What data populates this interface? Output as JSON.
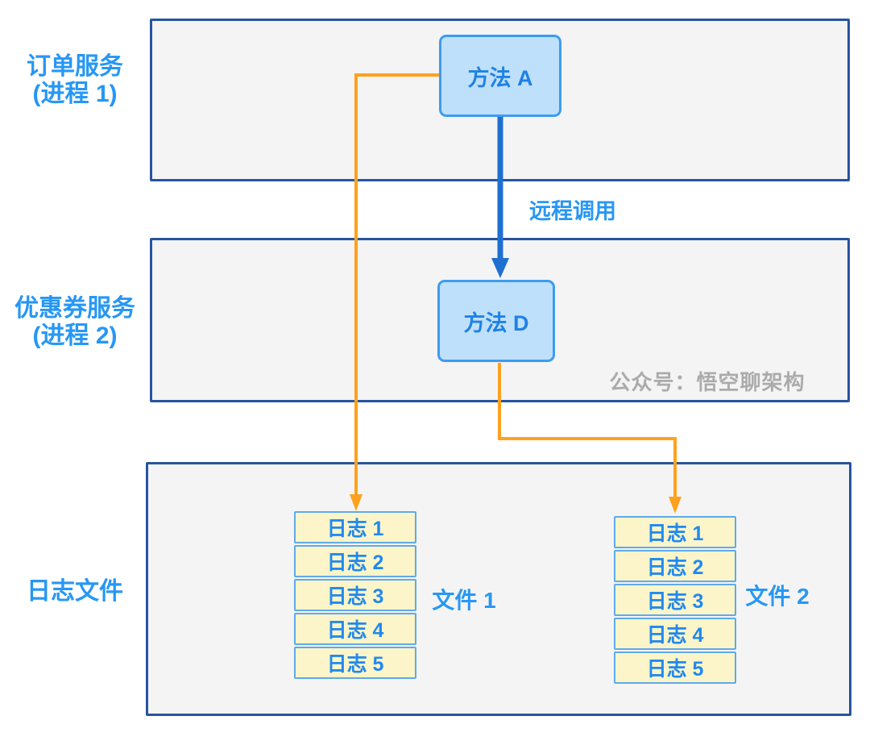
{
  "lanes": [
    {
      "name": "订单服务",
      "process": "(进程 1)"
    },
    {
      "name": "优惠券服务",
      "process": "(进程 2)"
    },
    {
      "name": "日志文件",
      "process": ""
    }
  ],
  "nodes": {
    "method_a": "方法 A",
    "method_d": "方法 D"
  },
  "rpc_label": "远程调用",
  "watermark": "公众号：悟空聊架构",
  "files": [
    {
      "label": "文件 1",
      "logs": [
        "日志 1",
        "日志 2",
        "日志 3",
        "日志 4",
        "日志 5"
      ]
    },
    {
      "label": "文件 2",
      "logs": [
        "日志 1",
        "日志 2",
        "日志 3",
        "日志 4",
        "日志 5"
      ]
    }
  ],
  "colors": {
    "container_border": "#27549F",
    "container_fill": "#F4F4F5",
    "method_fill": "#BFE0FA",
    "method_border": "#3E9BF0",
    "method_text": "#1E82E6",
    "azure_text": "#2797F4",
    "blue_arrow": "#1E6FD0",
    "orange": "#FFA11E",
    "cell_fill": "#FBF5C9",
    "cell_border": "#5FAAEA",
    "cell_text": "#2189EE",
    "watermark": "#ABABAB",
    "page_bg": "#FFFFFF"
  }
}
